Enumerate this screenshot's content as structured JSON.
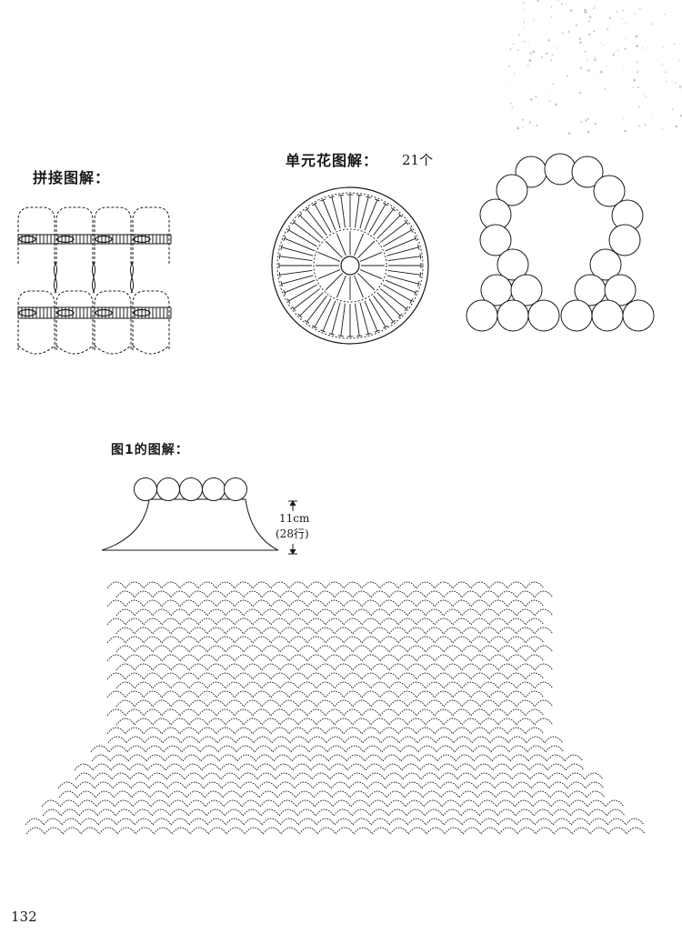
{
  "joining_diagram": {
    "title": "拼接图解："
  },
  "motif_diagram": {
    "title": "单元花图解：",
    "count": "21个"
  },
  "figure1": {
    "title": "图1的图解：",
    "dimension": "11cm",
    "rows": "(28行)"
  },
  "page_number": "132"
}
